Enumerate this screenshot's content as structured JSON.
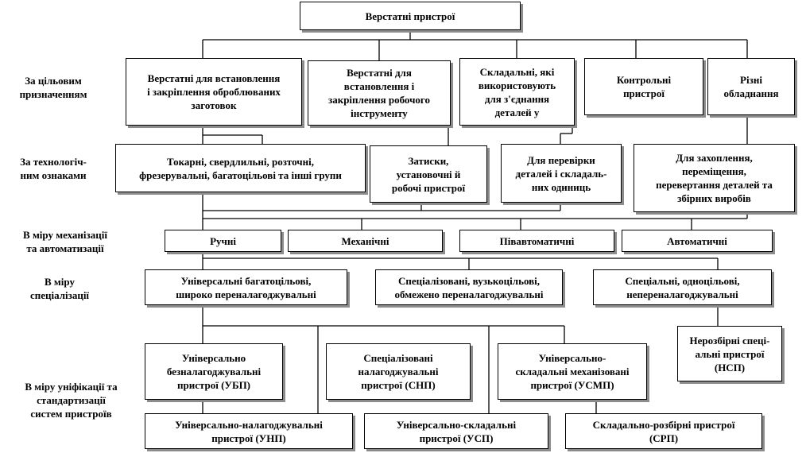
{
  "title": "Верстатні пристрої",
  "rows": {
    "purpose": {
      "label": "За цільовим\nпризначенням",
      "boxes": [
        "Верстатні для встановлення\nі закріплення оброблюваних\nзаготовок",
        "Верстатні для\nвстановлення і\nзакріплення робочого\nінструменту",
        "Складальні, які\nвикористовують\nдля з'єднання\nдеталей у",
        "Контрольні\nпристрої",
        "Різні\nобладнання"
      ]
    },
    "technology": {
      "label": "За технологіч-\nним ознаками",
      "boxes": [
        "Токарні, свердлильні, розточні,\nфрезерувальні, багатоцільові та інші групи",
        "Затиски,\nустановочні й\nробочі пристрої",
        "Для перевірки\nдеталей і складаль-\nних одиниць",
        "Для захоплення,\nпереміщення,\nперевертання деталей та\nзбірних виробів"
      ]
    },
    "mechanization": {
      "label": "В міру механізації\nта автоматизації",
      "boxes": [
        "Ручні",
        "Механічні",
        "Півавтоматичні",
        "Автоматичні"
      ]
    },
    "specialization": {
      "label": "В міру\nспеціалізації",
      "boxes": [
        "Універсальні багатоцільові,\nшироко переналагоджувальні",
        "Спеціалізовані, вузькоцільові,\nобмежено переналагоджувальні",
        "Спеціальні, одноцільові,\nнепереналагоджувальні"
      ]
    },
    "unification": {
      "label": "В міру уніфікації та\nстандартизації\nсистем пристроїв",
      "boxes": [
        "Універсально\nбезналагоджувальні\nпристрої (УБП)",
        "Спеціалізовані\nналагоджувальні\nпристрої (СНП)",
        "Універсально-\nскладальні механізовані\nпристрої (УСМП)",
        "Нерозбірні спеці-\nальні пристрої\n(НСП)",
        "Універсально-налагоджувальні\nпристрої (УНП)",
        "Універсально-складальні\nпристрої (УСП)",
        "Складально-розбірні пристрої\n(СРП)"
      ]
    }
  }
}
